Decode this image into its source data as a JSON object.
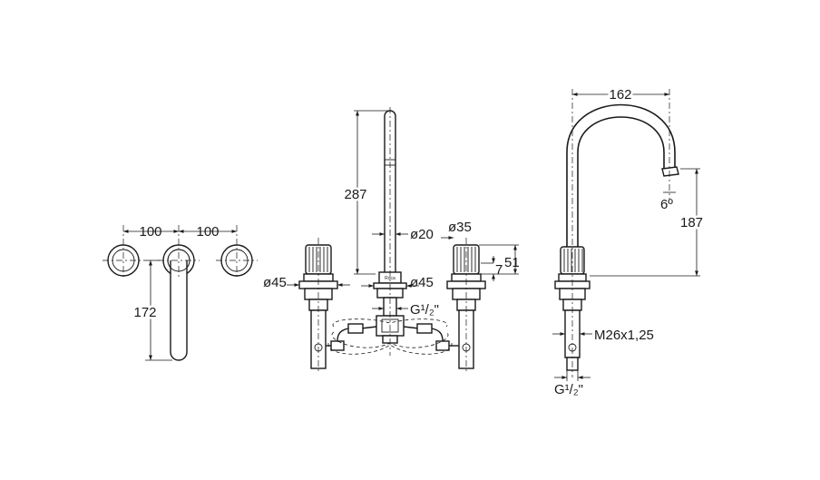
{
  "labels": {
    "top_spacing_left": "100",
    "top_spacing_right": "100",
    "lever_length": "172",
    "spout_height_front": "287",
    "spout_diameter": "ø20",
    "handle_diameter": "ø35",
    "handle_step": "7",
    "handle_height": "51",
    "base_diameter_left": "ø45",
    "base_diameter_center": "ø45",
    "inlet_thread_front": "G¹/₂\"",
    "spout_reach": "162",
    "spout_tilt": "6º",
    "spout_height_side": "187",
    "mount_thread": "M26x1,25",
    "inlet_thread_side": "G¹/₂\""
  }
}
